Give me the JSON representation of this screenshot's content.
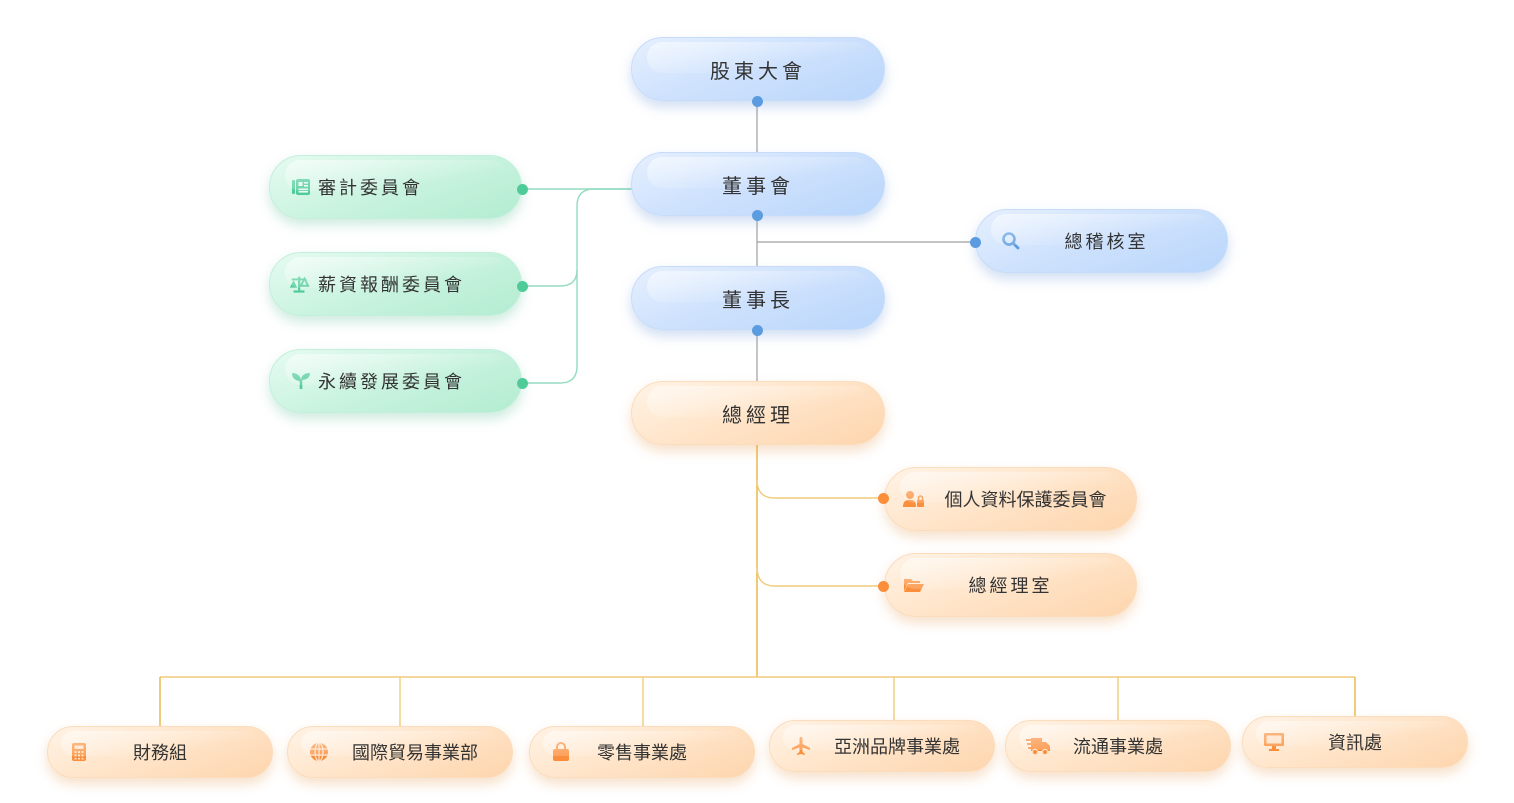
{
  "colors": {
    "blue_dot": "#5b9be0",
    "blue_line": "#a0a0a0",
    "green": "#4ecb98",
    "green_line": "#94dcc0",
    "orange": "#fb8e3a",
    "orange_line": "#e8b53f"
  },
  "governance": {
    "shareholders": "股東大會",
    "board": "董事會",
    "chairman": "董事長",
    "audit_office": {
      "label": "總稽核室",
      "icon": "search-icon"
    }
  },
  "committees": [
    {
      "label": "審計委員會",
      "icon": "newspaper-icon"
    },
    {
      "label": "薪資報酬委員會",
      "icon": "scale-icon"
    },
    {
      "label": "永續發展委員會",
      "icon": "seedling-icon"
    }
  ],
  "management": {
    "president": "總經理",
    "staff": [
      {
        "label": "個人資料保護委員會",
        "icon": "user-lock-icon"
      },
      {
        "label": "總經理室",
        "icon": "folder-open-icon"
      }
    ]
  },
  "divisions": [
    {
      "label": "財務組",
      "icon": "calculator-icon"
    },
    {
      "label": "國際貿易事業部",
      "icon": "globe-icon"
    },
    {
      "label": "零售事業處",
      "icon": "shopping-bag-icon"
    },
    {
      "label": "亞洲品牌事業處",
      "icon": "plane-icon"
    },
    {
      "label": "流通事業處",
      "icon": "truck-icon"
    },
    {
      "label": "資訊處",
      "icon": "desktop-icon"
    }
  ]
}
